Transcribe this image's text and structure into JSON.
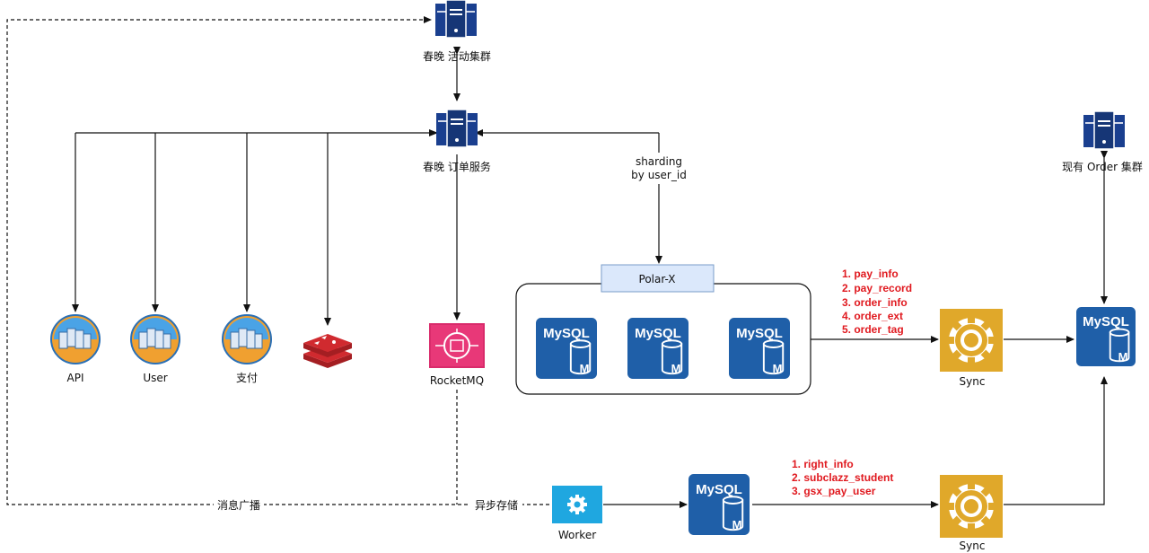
{
  "nodes": {
    "activity_cluster": "春晚 活动集群",
    "order_service": "春晚 订单服务",
    "existing_order_cluster": "现有 Order 集群",
    "api": "API",
    "user": "User",
    "payment": "支付",
    "rocketmq": "RocketMQ",
    "polarx": "Polar-X",
    "worker": "Worker",
    "sync_top": "Sync",
    "sync_bottom": "Sync"
  },
  "edge_labels": {
    "sharding_line1": "sharding",
    "sharding_line2": "by  user_id",
    "broadcast": "消息广播",
    "async_store": "异步存储"
  },
  "mysql": {
    "label": "MySQL",
    "badge": "M"
  },
  "tables_top": [
    "1. pay_info",
    "2. pay_record",
    "3. order_info",
    "4. order_ext",
    "5. order_tag"
  ],
  "tables_bottom": [
    "1. right_info",
    "2. subclazz_student",
    "3. gsx_pay_user"
  ],
  "colors": {
    "server_blue": "#1a3f8f",
    "mysql_blue": "#1f5fa8",
    "sync_gold": "#e0a82a",
    "redis_red": "#d02a2f",
    "rocketmq_pink": "#d92b6b",
    "worker_cyan": "#1fa7e0",
    "table_text_red": "#e0191f"
  }
}
